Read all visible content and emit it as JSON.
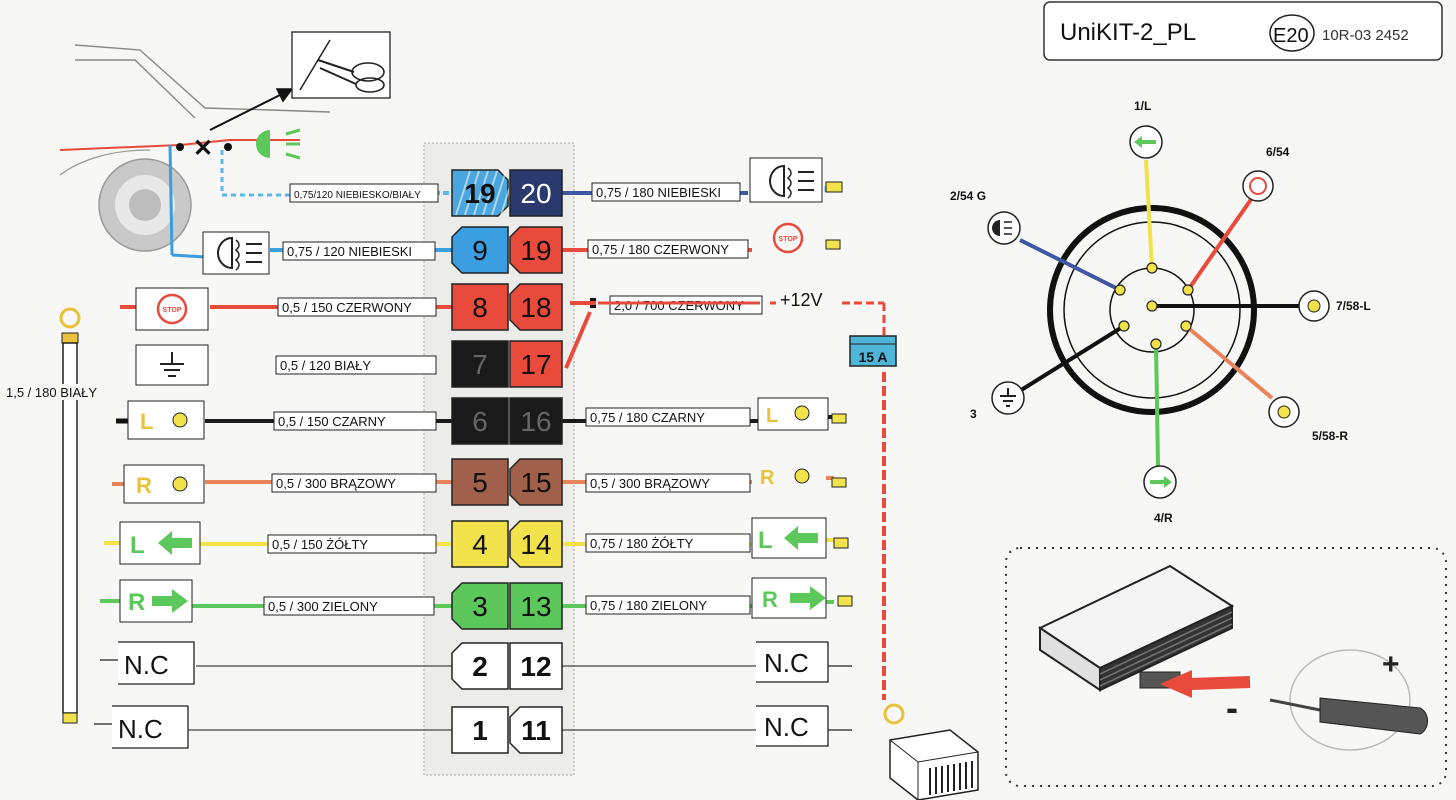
{
  "header": {
    "title": "UniKIT-2_PL",
    "approval_mark": "E20",
    "approval_number": "10R-03 2452"
  },
  "fuse": {
    "label": "15 A"
  },
  "supply": {
    "label": "+12V"
  },
  "ground_wire": {
    "label": "1,5 / 180 BIAŁY"
  },
  "left_rows": [
    {
      "pin": "19",
      "wire": "0,75/120 NIEBIESKO/BIAŁY"
    },
    {
      "pin": "9",
      "wire": "0,75 / 120 NIEBIESKI"
    },
    {
      "pin": "8",
      "wire": "0,5 / 150 CZERWONY"
    },
    {
      "pin": "7",
      "wire": "0,5 / 120 BIAŁY"
    },
    {
      "pin": "6",
      "wire": "0,5 / 150 CZARNY"
    },
    {
      "pin": "5",
      "wire": "0,5 / 300 BRĄZOWY"
    },
    {
      "pin": "4",
      "wire": "0,5 / 150 ŻÓŁTY"
    },
    {
      "pin": "3",
      "wire": "0,5 / 300 ZIELONY"
    },
    {
      "pin": "2",
      "wire": ""
    },
    {
      "pin": "1",
      "wire": ""
    }
  ],
  "right_rows": [
    {
      "pin": "20",
      "wire": "0,75 / 180 NIEBIESKI"
    },
    {
      "pin": "19",
      "wire": "0,75 / 180 CZERWONY"
    },
    {
      "pin": "18",
      "wire": "2,0 / 700 CZERWONY"
    },
    {
      "pin": "17",
      "wire": ""
    },
    {
      "pin": "16",
      "wire": "0,75 / 180 CZARNY"
    },
    {
      "pin": "15",
      "wire": "0,5 / 300 BRĄZOWY"
    },
    {
      "pin": "14",
      "wire": "0,75 / 180 ŻÓŁTY"
    },
    {
      "pin": "13",
      "wire": "0,75 / 180 ZIELONY"
    },
    {
      "pin": "12",
      "wire": ""
    },
    {
      "pin": "11",
      "wire": ""
    }
  ],
  "nc": {
    "label": "N.C"
  },
  "lamp_letters": {
    "left": "L",
    "right": "R"
  },
  "socket_pins": [
    {
      "label": "1/L",
      "icon": "L"
    },
    {
      "label": "6/54",
      "icon": "STOP"
    },
    {
      "label": "2/54 G",
      "icon": "fog"
    },
    {
      "label": "7/58-L",
      "icon": "lamp"
    },
    {
      "label": "3",
      "icon": "ground"
    },
    {
      "label": "5/58-R",
      "icon": "lamp"
    },
    {
      "label": "4/R",
      "icon": "R"
    }
  ],
  "module": {
    "plus": "+",
    "minus": "-"
  },
  "colors": {
    "blue": "#3a9ee0",
    "navy": "#2b3a6e",
    "red": "#e84a3c",
    "black": "#1a1a1a",
    "brown": "#a0604a",
    "yellow": "#f2e24c",
    "green": "#5cc75a",
    "fuse": "#4fb6d8"
  }
}
